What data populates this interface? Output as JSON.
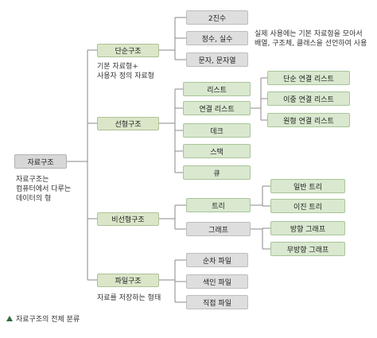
{
  "root": {
    "label": "자료구조"
  },
  "root_note": [
    "자료구조는",
    "컴퓨터에서 다루는",
    "데이터의 형"
  ],
  "categories": {
    "simple": {
      "label": "단순구조",
      "note": [
        "기본 자료형+",
        "사용자 정의 자료형"
      ],
      "items": [
        "2진수",
        "정수, 실수",
        "문자, 문자열"
      ]
    },
    "linear": {
      "label": "선형구조",
      "items": [
        "리스트",
        "연결 리스트",
        "데크",
        "스택",
        "큐"
      ],
      "linked_list_types": [
        "단순 연결 리스트",
        "이중 연결 리스트",
        "원형 연결 리스트"
      ]
    },
    "nonlinear": {
      "label": "비선형구조",
      "items": [
        "트리",
        "그래프"
      ],
      "tree_types": [
        "일반 트리",
        "이진 트리"
      ],
      "graph_types": [
        "방향 그래프",
        "무방향 그래프"
      ]
    },
    "file": {
      "label": "파일구조",
      "note": [
        "자료를 저장하는 형태"
      ],
      "items": [
        "순차 파일",
        "색인 파일",
        "직접 파일"
      ]
    }
  },
  "side_note": [
    "실제 사용에는 기본 자료형을 모아서",
    "배열, 구조체, 클래스을 선언하여 사용"
  ],
  "caption": "자료구조의 전체 분류",
  "colors": {
    "line": "#8a8a8a",
    "gray_box": "#dedede",
    "green_box": "#d9e8cf",
    "caption_icon": "#2f6b3c"
  }
}
